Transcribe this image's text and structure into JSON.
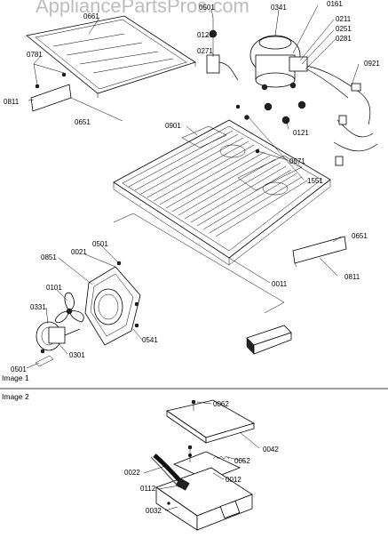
{
  "watermark": "AppliancePartsPros.com",
  "image1": {
    "caption": "Image 1",
    "labels": {
      "p0501_top": "0501",
      "p0341": "0341",
      "p0161": "0161",
      "p0211": "0211",
      "p0251": "0251",
      "p0281": "0281",
      "p0661": "0661",
      "p0121_top": "0121",
      "p0271": "0271",
      "p0921": "0921",
      "p0781": "0781",
      "p0811_left": "0811",
      "p0651_left": "0651",
      "p0901": "0901",
      "p0121_mid": "0121",
      "p0571": "0571",
      "p1551": "1551",
      "p0021": "0021",
      "p0501_mid": "0501",
      "p0851": "0851",
      "p0651_right": "0651",
      "p0011": "0011",
      "p0811_right": "0811",
      "p0101": "0101",
      "p0331": "0331",
      "p0541": "0541",
      "p0301": "0301",
      "p0501_bot": "0501"
    }
  },
  "image2": {
    "caption": "Image 2",
    "labels": {
      "p0062": "0062",
      "p0042": "0042",
      "p0052": "0052",
      "p0012": "0012",
      "p0022": "0022",
      "p0112": "0112",
      "p0032": "0032"
    }
  }
}
